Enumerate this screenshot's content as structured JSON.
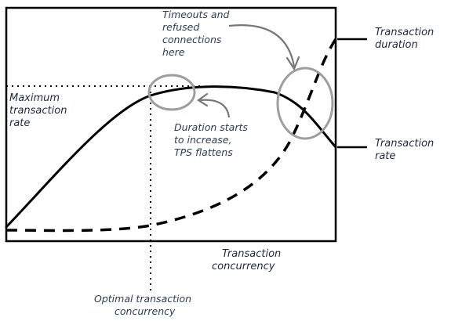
{
  "labels": {
    "x_axis": [
      "Transaction",
      "concurrency"
    ],
    "optimal": [
      "Optimal transaction",
      "concurrency"
    ],
    "max_rate": [
      "Maximum",
      "transaction",
      "rate"
    ],
    "duration_curve": [
      "Transaction",
      "duration"
    ],
    "rate_curve": [
      "Transaction",
      "rate"
    ]
  },
  "annotations": {
    "timeouts": [
      "Timeouts and",
      "refused",
      "connections",
      "here"
    ],
    "flatten": [
      "Duration starts",
      "to increase,",
      "TPS flattens"
    ]
  },
  "colors": {
    "ink": "#000000",
    "text": "#1e2a44",
    "highlight": "#9e9e9e"
  }
}
